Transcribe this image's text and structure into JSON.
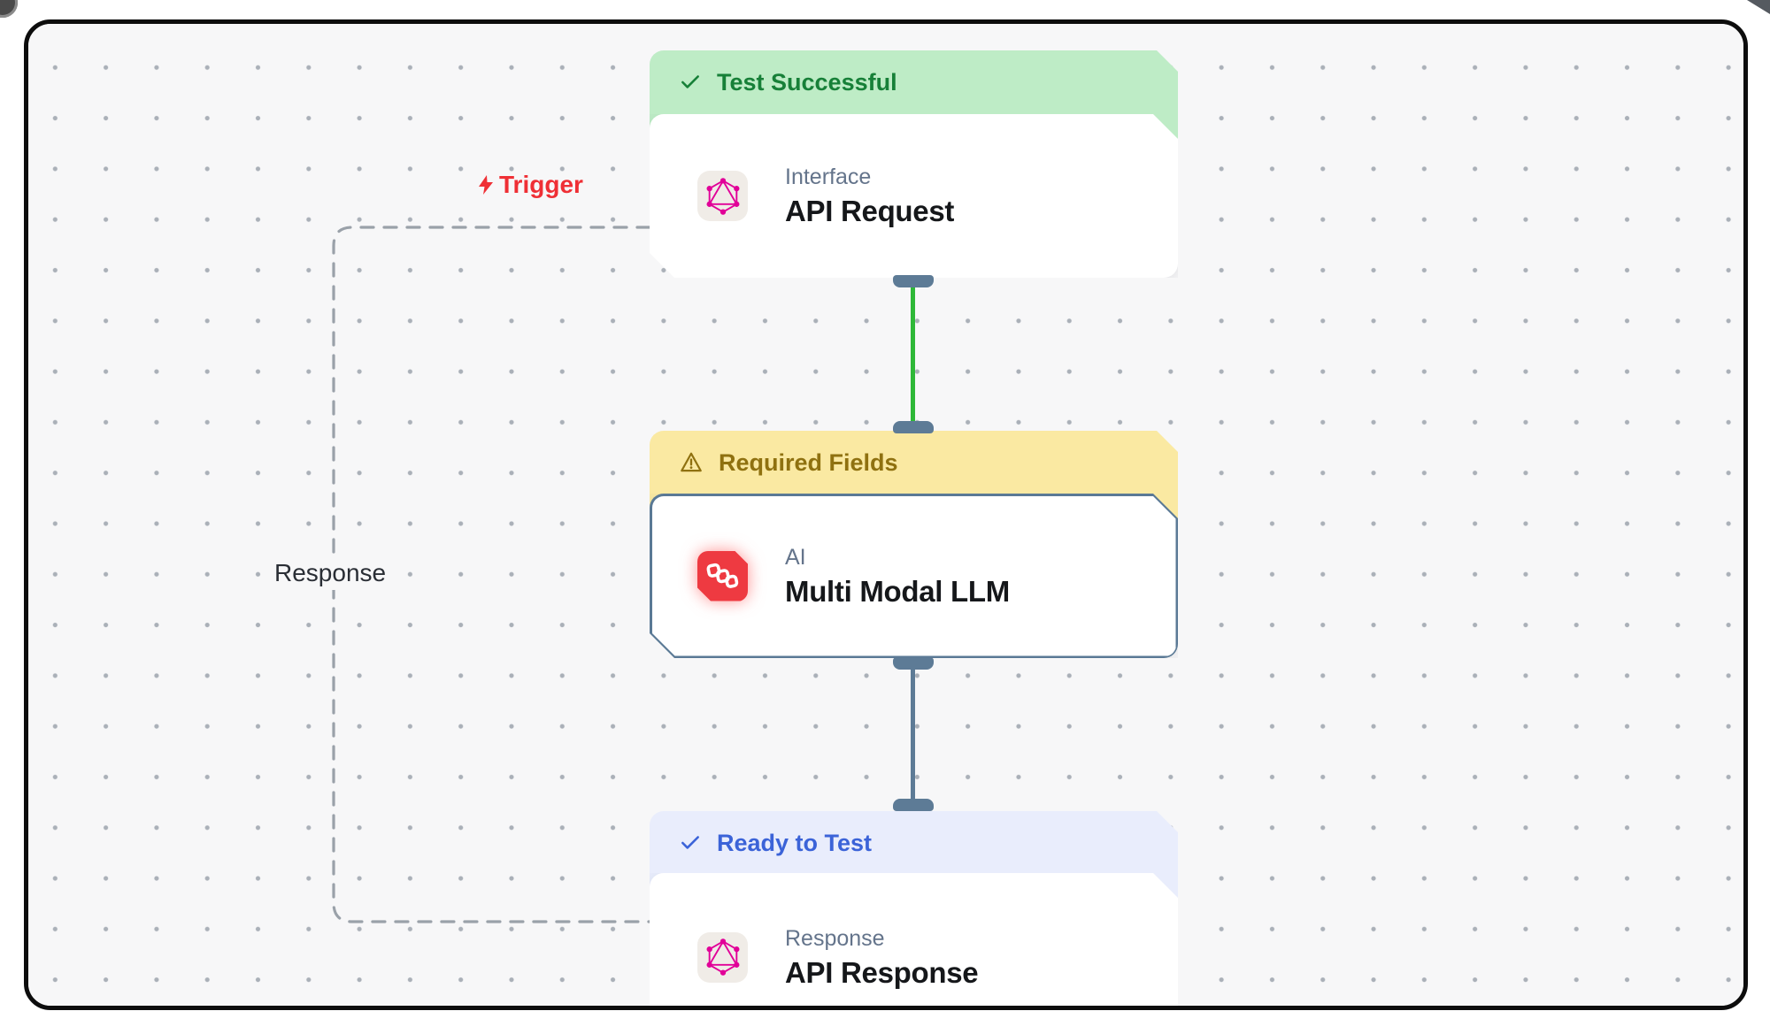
{
  "canvas": {
    "trigger_label": "Trigger",
    "response_label": "Response"
  },
  "nodes": [
    {
      "status_label": "Test Successful",
      "status_icon": "check-icon",
      "status_text_color": "#178038",
      "banner_bg": "#beecc6",
      "category": "Interface",
      "title": "API Request",
      "icon": "graphql-icon"
    },
    {
      "status_label": "Required Fields",
      "status_icon": "warning-icon",
      "status_text_color": "#8f7110",
      "banner_bg": "#fae9a2",
      "category": "AI",
      "title": "Multi Modal LLM",
      "icon": "chain-link-icon",
      "border_color": "#5a7995"
    },
    {
      "status_label": "Ready to Test",
      "status_icon": "check-icon",
      "status_text_color": "#3b63d8",
      "banner_bg": "#e9edfc",
      "category": "Response",
      "title": "API Response",
      "icon": "graphql-icon"
    }
  ],
  "connections": [
    {
      "from": "API Request",
      "to": "Multi Modal LLM",
      "style": "solid",
      "color": "#2eb838"
    },
    {
      "from": "Multi Modal LLM",
      "to": "API Response",
      "style": "solid",
      "color": "#5d7b96"
    },
    {
      "from": "API Response",
      "to": "API Request",
      "style": "dashed",
      "color": "#9aa1a9",
      "label": "Response"
    }
  ],
  "colors": {
    "canvas_bg": "#f7f7f8",
    "frame_border": "#0d0d0d",
    "dot_grid": "#aab0b8",
    "trigger_red": "#ef2f35",
    "handle_slate": "#5d7b96",
    "graphql_pink": "#e10098",
    "ai_icon_red": "#ee3a41",
    "card_bg": "#ffffff"
  }
}
